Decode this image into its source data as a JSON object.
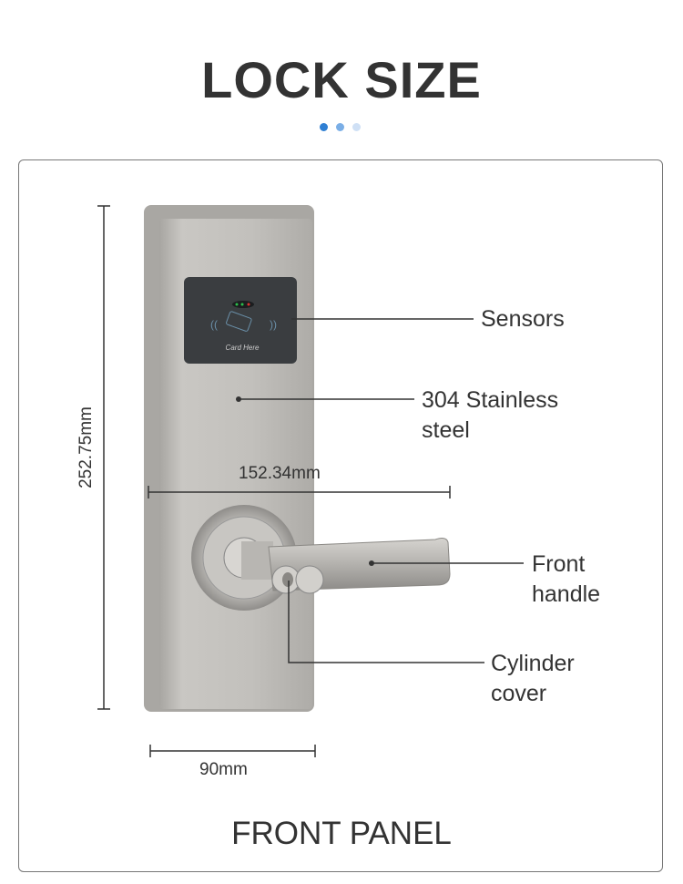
{
  "title": "LOCK SIZE",
  "dots": [
    "#2f7fd3",
    "#7aaee6",
    "#cfe0f5"
  ],
  "device": {
    "sensor_text": "Card Here"
  },
  "labels": {
    "sensors": "Sensors",
    "steel": "304 Stainless steel",
    "handle": "Front handle",
    "cylinder": "Cylinder cover"
  },
  "dimensions": {
    "height": "252.75mm",
    "depth": "152.34mm",
    "width": "90mm"
  },
  "footer": "FRONT PANEL"
}
